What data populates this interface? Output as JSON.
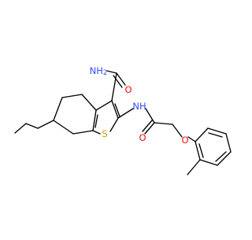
{
  "molecule": {
    "atom_labels": {
      "amide_nh2": "NH",
      "amide_nh2_subscript": "2",
      "carbonyl_o_1": "O",
      "amide_nh": "NH",
      "thiophene_s": "S",
      "carbonyl_o_2": "O",
      "ether_o": "O"
    },
    "colors": {
      "nitrogen": "#3050F8",
      "oxygen": "#FF0D0D",
      "sulfur": "#C8A000",
      "bond": "#000000"
    }
  }
}
